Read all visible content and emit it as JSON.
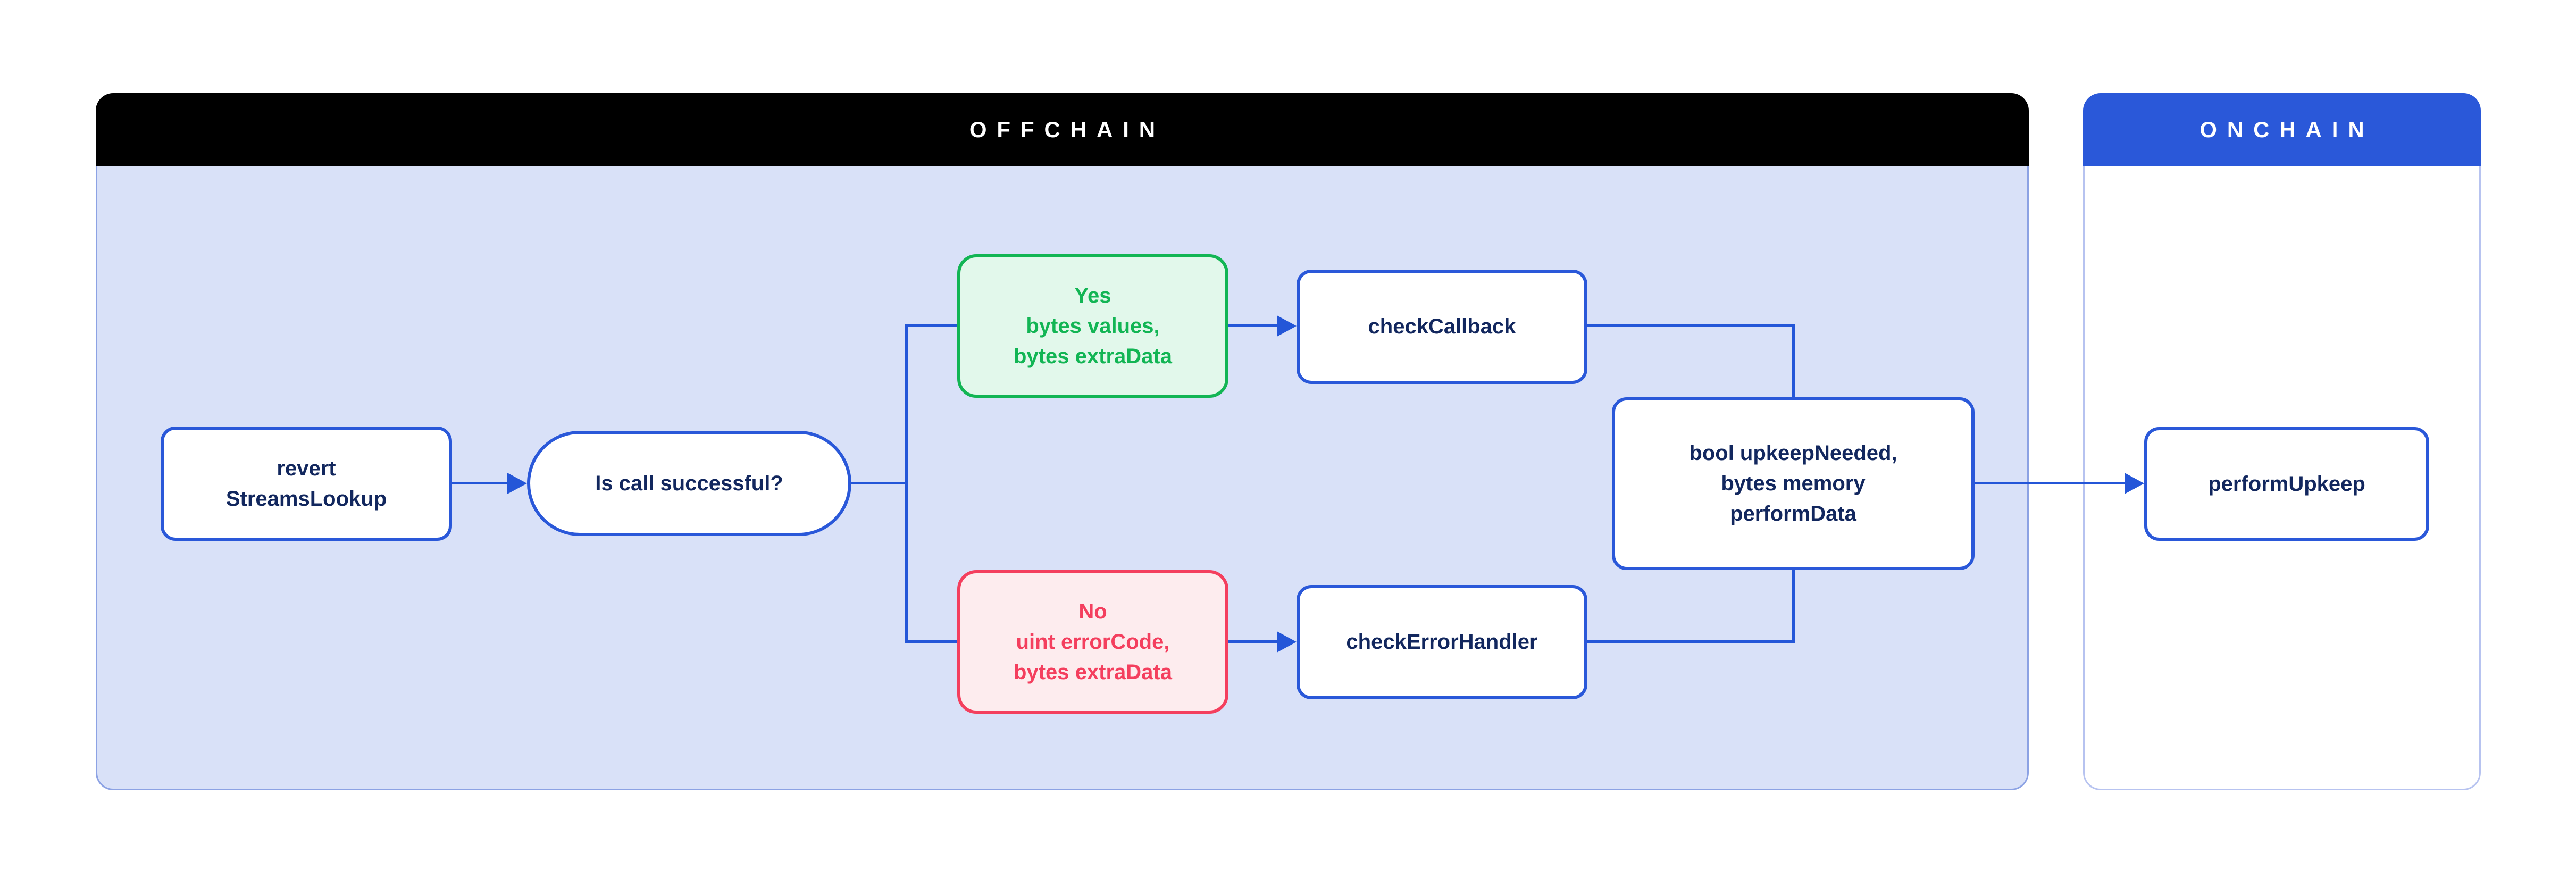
{
  "diagram": {
    "offchain": {
      "title": "OFFCHAIN"
    },
    "onchain": {
      "title": "ONCHAIN"
    },
    "nodes": {
      "revert_streams_lookup": {
        "lines": [
          "revert",
          "StreamsLookup"
        ]
      },
      "is_call_successful": {
        "label": "Is call successful?"
      },
      "yes_branch": {
        "lines": [
          "Yes",
          "bytes values,",
          "bytes extraData"
        ]
      },
      "check_callback": {
        "label": "checkCallback"
      },
      "no_branch": {
        "lines": [
          "No",
          "uint errorCode,",
          "bytes extraData"
        ]
      },
      "check_error_handler": {
        "label": "checkErrorHandler"
      },
      "upkeep_result": {
        "lines": [
          "bool upkeepNeeded,",
          "bytes memory",
          "performData"
        ]
      },
      "perform_upkeep": {
        "label": "performUpkeep"
      }
    },
    "colors": {
      "offchain_header": "#000000",
      "offchain_body": "#D9E1F8",
      "offchain_body_border": "#8CA2E4",
      "onchain_header": "#2A58D9",
      "onchain_body_border": "#B7C3F0",
      "node_border_blue": "#2A58D9",
      "connector_blue": "#2456D8",
      "text_navy": "#12275E",
      "yes_green": "#12B554",
      "yes_green_background": "#E2F8EB",
      "no_red": "#F43F5E",
      "no_red_background": "#FDECEE"
    }
  }
}
